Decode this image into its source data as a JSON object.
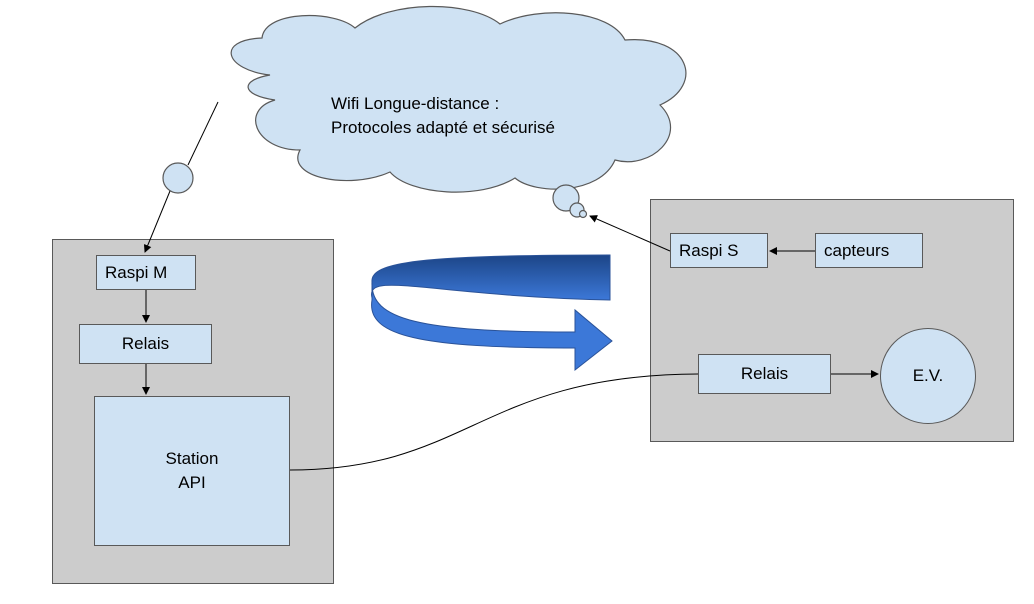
{
  "colors": {
    "panel": "#cccccc",
    "node_fill": "#cfe2f3",
    "stroke": "#595959",
    "arrow_light": "#3c78d8",
    "arrow_dark": "#1c4587"
  },
  "cloud": {
    "text": "Wifi Longue-distance :\nProtocoles adapté et sécurisé"
  },
  "master_station": {
    "raspi": "Raspi M",
    "relay": "Relais",
    "station_api": "Station\nAPI"
  },
  "slave_station": {
    "raspi": "Raspi S",
    "sensors": "capteurs",
    "relay": "Relais",
    "valve": "E.V."
  }
}
